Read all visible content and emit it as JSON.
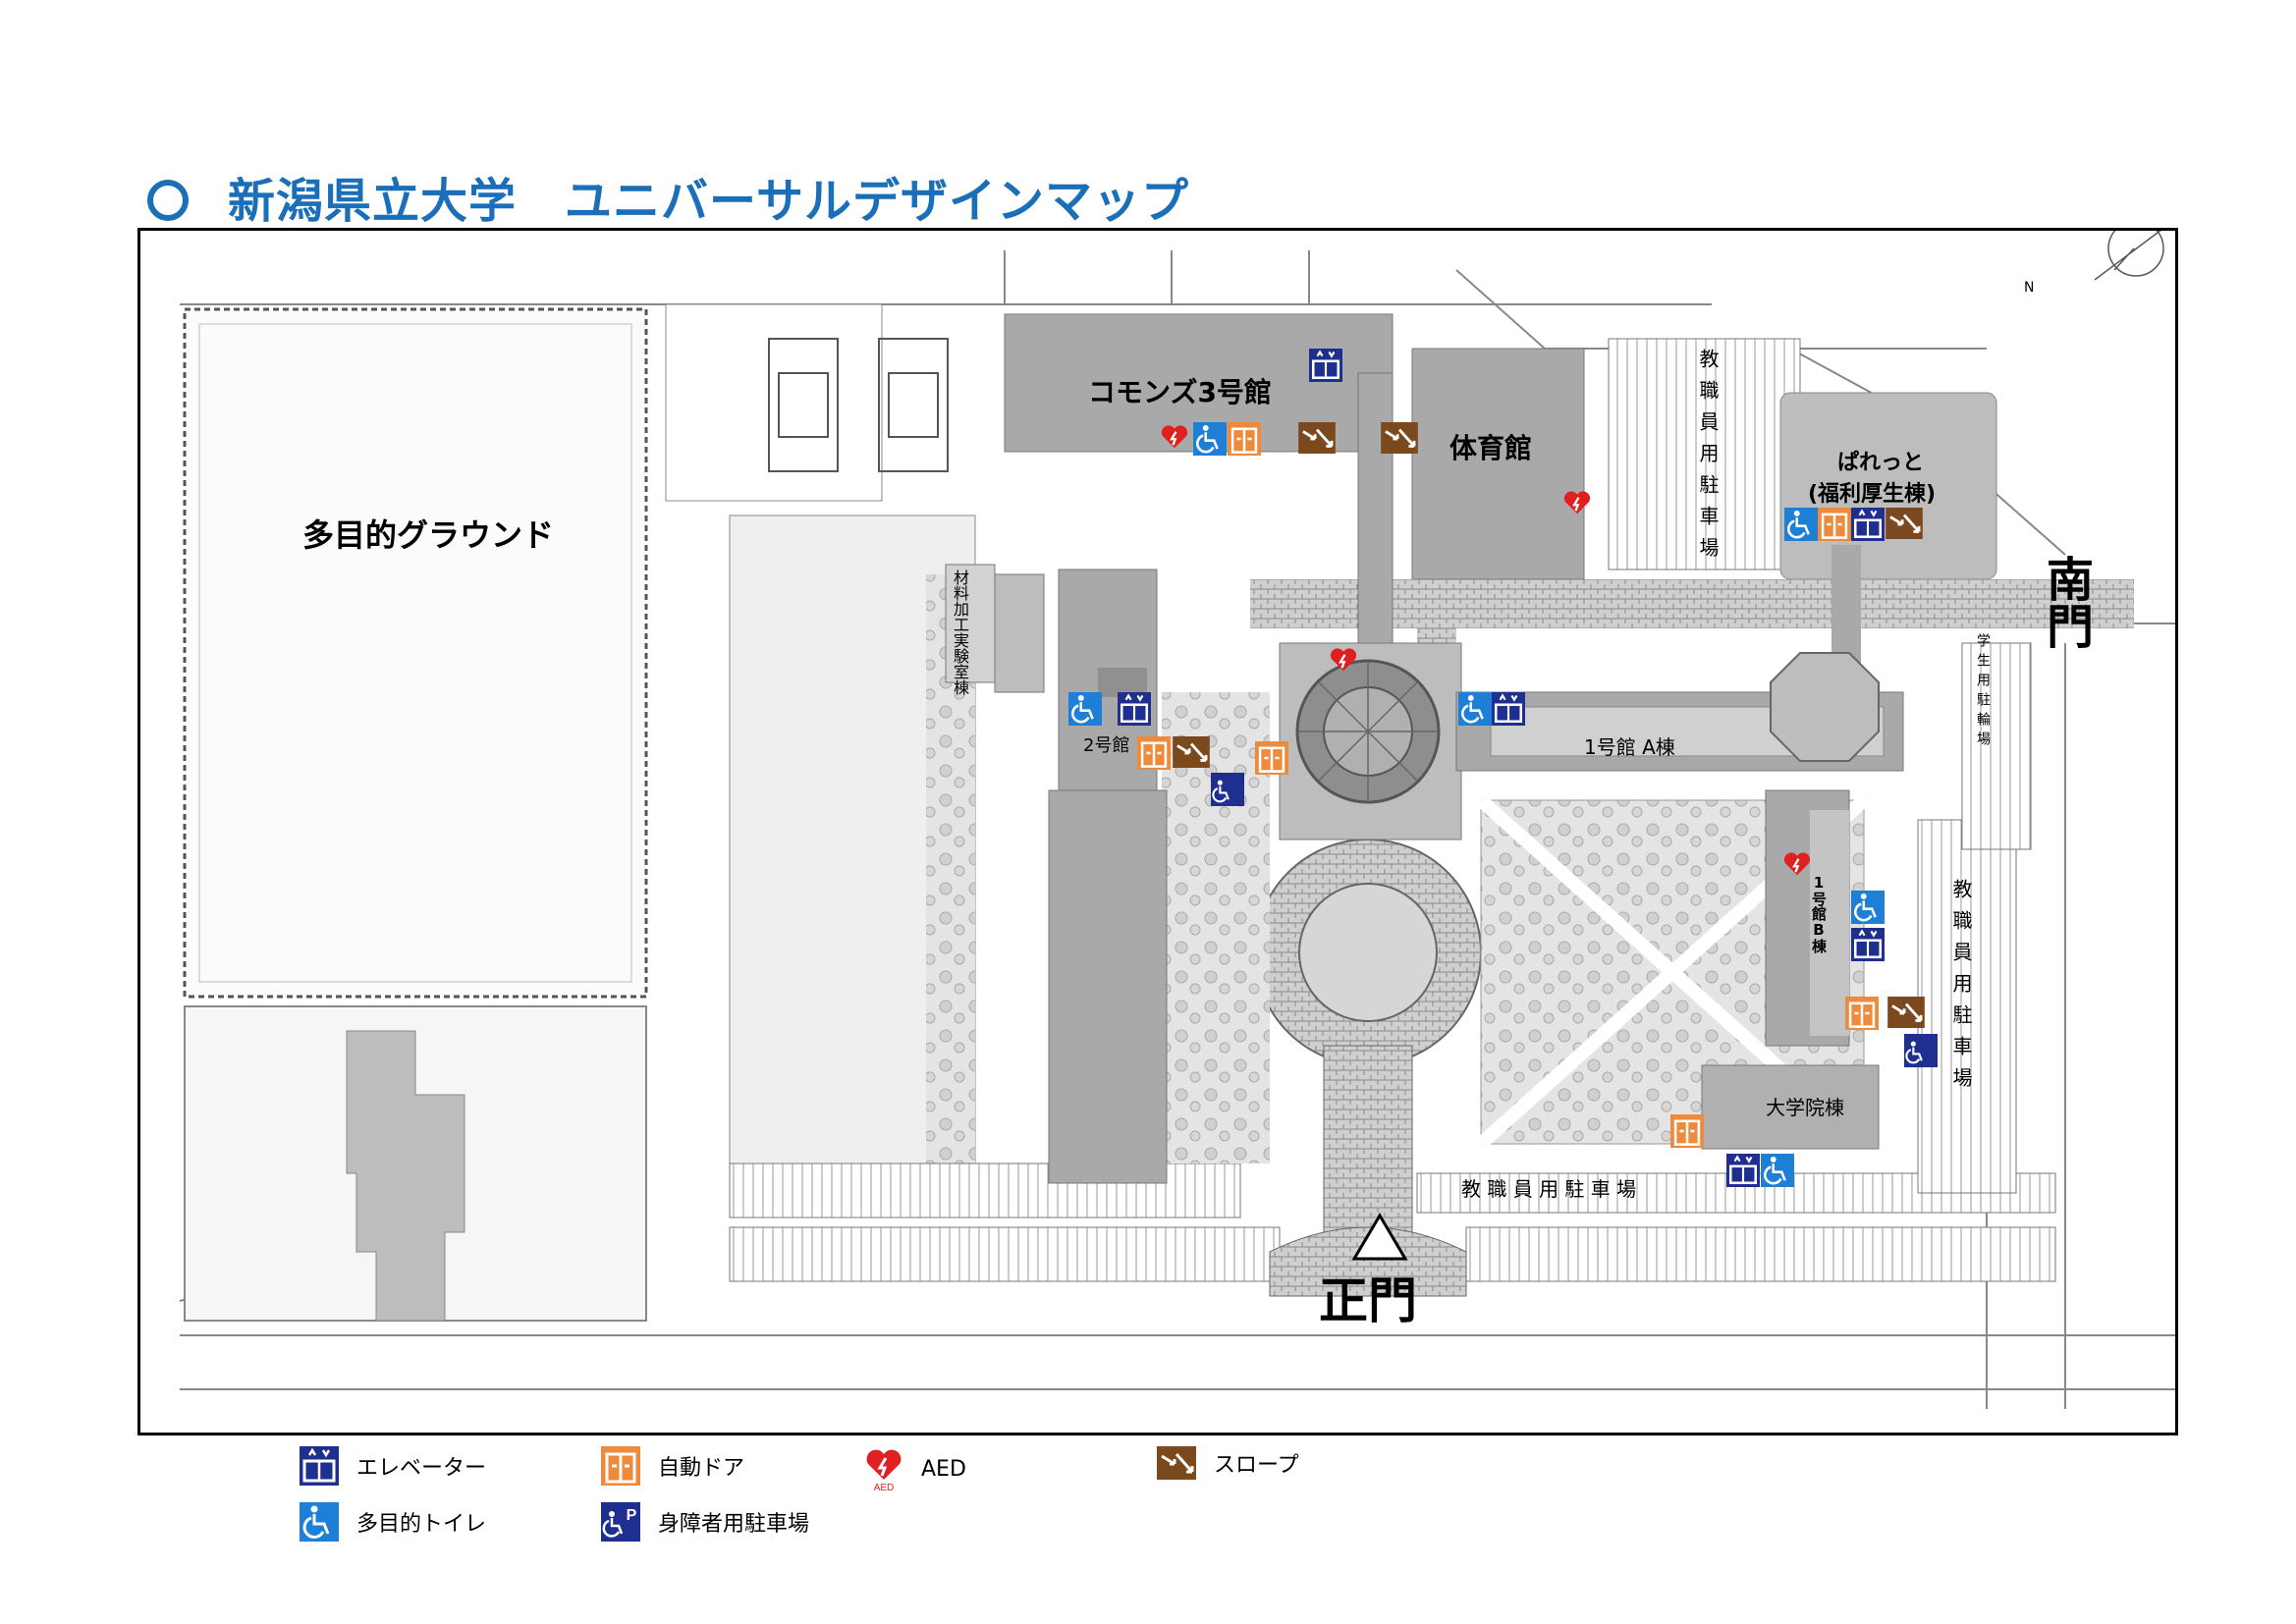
{
  "title": "新潟県立大学　ユニバーサルデザインマップ",
  "map": {
    "ground": "多目的グラウンド",
    "commons3": "コモンズ3号館",
    "gym": "体育館",
    "parette_1": "ぱれっと",
    "parette_2": "(福利厚生棟)",
    "materials_lab": "材料加工実験室棟",
    "building2": "2号館",
    "building1a": "1号館 A棟",
    "building1b": "1号館B棟",
    "graduate": "大学院棟",
    "staff_parking_top": "教職員用駐車場",
    "staff_parking_right": "教職員用駐車場",
    "staff_parking_bottom": "教 職 員 用 駐 車 場",
    "student_bike": "学生用駐輪場",
    "south_gate": "南門",
    "main_gate": "正門",
    "north_mark": "N"
  },
  "legend": {
    "elevator": "エレベーター",
    "auto_door": "自動ドア",
    "aed": "AED",
    "slope": "スロープ",
    "toilet": "多目的トイレ",
    "disabled_parking": "身障者用駐車場",
    "aed_badge": "AED",
    "parking_letter": "P"
  },
  "colors": {
    "title": "#1a6fb8",
    "elevator": "#1f2f8f",
    "toilet": "#1d7fd6",
    "auto_door": "#ee8a3c",
    "slope": "#7a4a1e",
    "aed": "#e02020",
    "building": "#a9a9a9",
    "building_light": "#c8c8c8"
  }
}
